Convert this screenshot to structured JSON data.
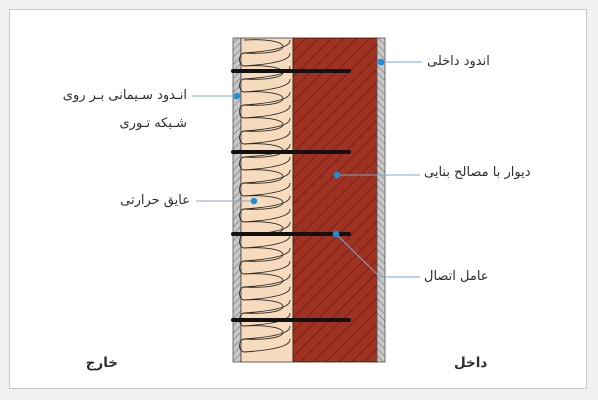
{
  "labels": {
    "plaster_mesh_line1": "انـدود سـیمانی بـر روی",
    "plaster_mesh_line2": "شـبکه تـوری",
    "insulation": "عایق حرارتی",
    "outside": "خارج",
    "interior_plaster": "اندود داخلی",
    "masonry_wall": "دیوار با مصالح بنایی",
    "connector": "عامل اتصال",
    "inside": "داخل"
  },
  "colors": {
    "brick": "#a03222",
    "brick_hatch": "#6e1c12",
    "insulation": "#f6dcbc",
    "insulation_stroke": "#2a2a2a",
    "plaster": "#c8c8c8",
    "leader": "#7aa8d0",
    "dot": "#1e90d8",
    "anchor": "#111111"
  }
}
